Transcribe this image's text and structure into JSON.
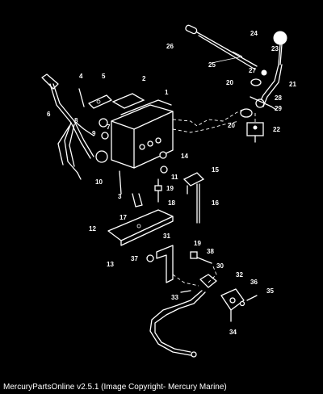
{
  "caption": "MercuryPartsOnline v2.5.1 (Image Copyright- Mercury Marine)",
  "part_numbers": [
    "1",
    "2",
    "3",
    "4",
    "5",
    "6",
    "7",
    "8",
    "9",
    "10",
    "11",
    "12",
    "13",
    "14",
    "15",
    "16",
    "17",
    "18",
    "19",
    "19",
    "20",
    "20",
    "21",
    "22",
    "23",
    "24",
    "25",
    "26",
    "27",
    "28",
    "29",
    "30",
    "31",
    "32",
    "33",
    "34",
    "35",
    "36",
    "37",
    "38"
  ]
}
